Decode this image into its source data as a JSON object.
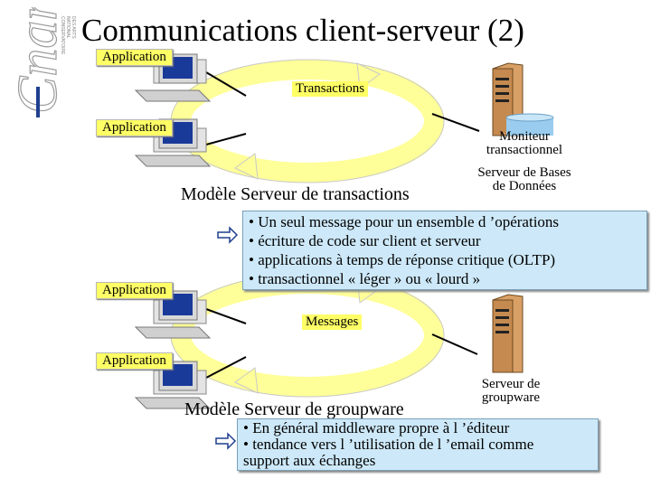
{
  "title": "Communications client-serveur (2)",
  "logo": {
    "text": "Cnam",
    "side_text": [
      "CONSERVATOIRE",
      "NATIONAL",
      "DES ARTS",
      "ET MÉTIERS"
    ]
  },
  "section_transactions": {
    "client_top_label": "Application",
    "client_bottom_label": "Application",
    "middleware_label": "Transactions",
    "server_label_line1": "Moniteur",
    "server_label_line2": "transactionnel",
    "db_label_line1": "Serveur de Bases",
    "db_label_line2": "de Données",
    "model_title": "Modèle Serveur de transactions",
    "bullets": [
      "• Un seul message pour un ensemble d ’opérations",
      "• écriture de code sur client et serveur",
      "• applications à temps de réponse critique (OLTP)",
      "• transactionnel « léger » ou « lourd »"
    ]
  },
  "section_groupware": {
    "client_top_label": "Application",
    "client_bottom_label": "Application",
    "middleware_label": "Messages",
    "server_label_line1": "Serveur de",
    "server_label_line2": "groupware",
    "model_title": "Modèle Serveur de groupware",
    "bullets": [
      "• En général middleware propre à l ’éditeur",
      "• tendance vers l ’utilisation de l ’email comme",
      "support aux échanges"
    ]
  },
  "colors": {
    "ring": "#ffff99",
    "label_bg": "#ffff66",
    "box_bg": "#cde8f8",
    "server": "#d9a066",
    "db": "#99ccee",
    "screen": "#1a3a9a"
  }
}
